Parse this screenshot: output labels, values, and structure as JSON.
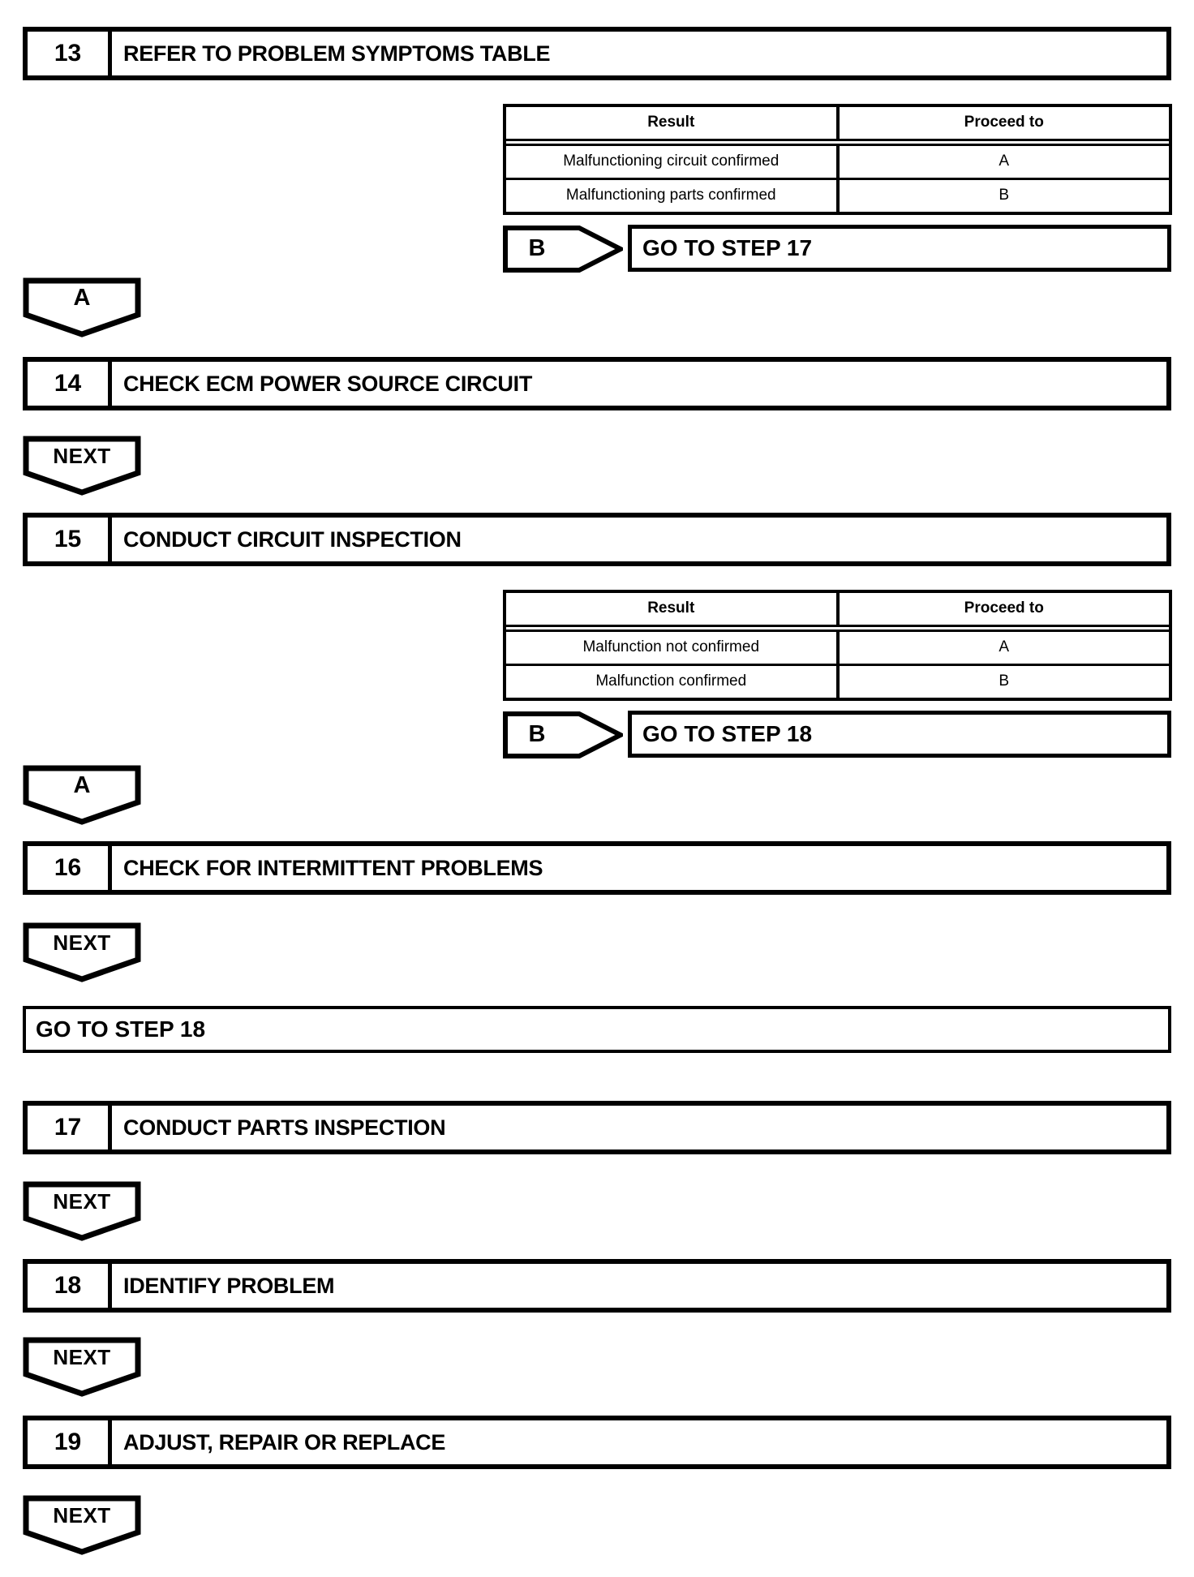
{
  "steps": [
    {
      "number": "13",
      "title": "REFER TO PROBLEM SYMPTOMS TABLE"
    },
    {
      "number": "14",
      "title": "CHECK ECM POWER SOURCE CIRCUIT"
    },
    {
      "number": "15",
      "title": "CONDUCT CIRCUIT INSPECTION"
    },
    {
      "number": "16",
      "title": "CHECK FOR INTERMITTENT PROBLEMS"
    },
    {
      "number": "17",
      "title": "CONDUCT PARTS INSPECTION"
    },
    {
      "number": "18",
      "title": "IDENTIFY PROBLEM"
    },
    {
      "number": "19",
      "title": "ADJUST, REPAIR OR REPLACE"
    }
  ],
  "tables": [
    {
      "headers": [
        "Result",
        "Proceed to"
      ],
      "rows": [
        [
          "Malfunctioning circuit confirmed",
          "A"
        ],
        [
          "Malfunctioning parts confirmed",
          "B"
        ]
      ]
    },
    {
      "headers": [
        "Result",
        "Proceed to"
      ],
      "rows": [
        [
          "Malfunction not confirmed",
          "A"
        ],
        [
          "Malfunction confirmed",
          "B"
        ]
      ]
    }
  ],
  "branches": [
    {
      "label": "B",
      "target": "GO TO STEP 17"
    },
    {
      "label": "B",
      "target": "GO TO STEP 18"
    }
  ],
  "connectors": [
    {
      "label": "A"
    },
    {
      "label": "NEXT"
    },
    {
      "label": "A"
    },
    {
      "label": "NEXT"
    },
    {
      "label": "NEXT"
    },
    {
      "label": "NEXT"
    },
    {
      "label": "NEXT"
    }
  ],
  "goto_full": "GO TO STEP 18",
  "colors": {
    "line": "#000000",
    "background": "#ffffff"
  }
}
